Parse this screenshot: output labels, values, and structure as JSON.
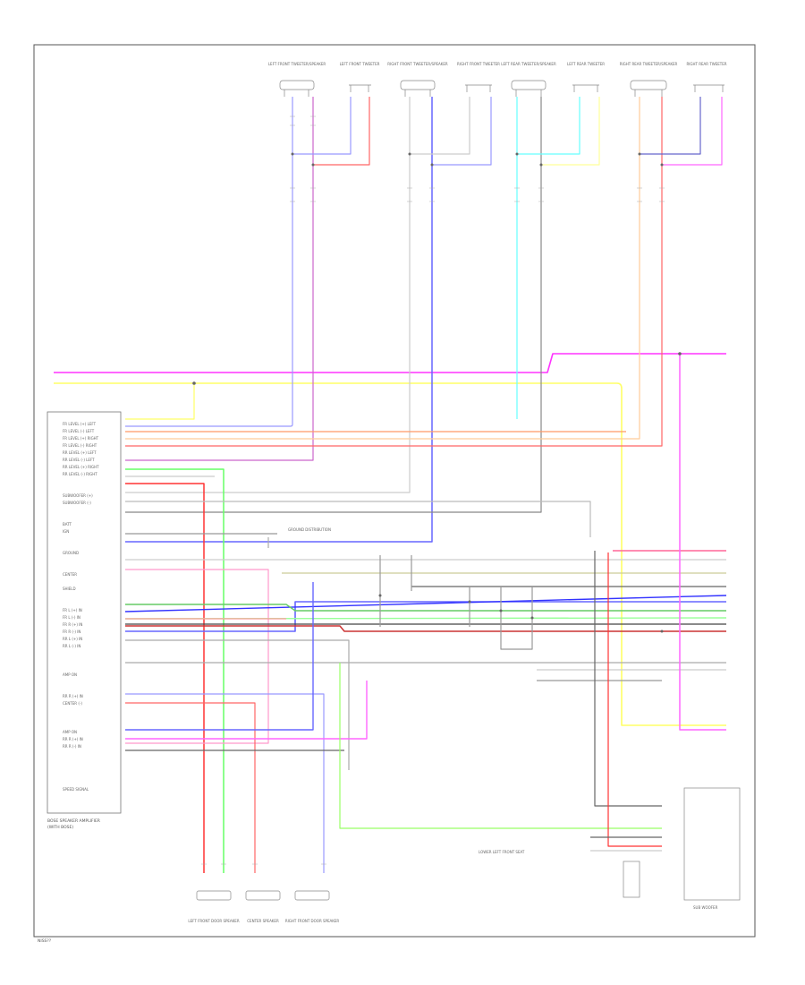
{
  "diagram": {
    "page_number": "NISS??",
    "top_components": [
      {
        "label": "LEFT FRONT TWEETER/SPEAKER"
      },
      {
        "label": "LEFT FRONT TWEETER"
      },
      {
        "label": "RIGHT FRONT TWEETER/SPEAKER"
      },
      {
        "label": "RIGHT FRONT TWEETER"
      },
      {
        "label": "LEFT REAR TWEETER/SPEAKER"
      },
      {
        "label": "LEFT REAR TWEETER"
      },
      {
        "label": "RIGHT REAR TWEETER/SPEAKER"
      },
      {
        "label": "RIGHT REAR TWEETER"
      }
    ],
    "bottom_components": [
      {
        "label": "LEFT FRONT DOOR SPEAKER"
      },
      {
        "label": "CENTER SPEAKER"
      },
      {
        "label": "RIGHT FRONT DOOR SPEAKER"
      }
    ],
    "unit_title": "BOSE SPEAKER AMPLIFIER",
    "unit_subtitle": "(WITH BOSE)",
    "sub_unit_title": "SUB WOOFER",
    "sub_unit_note": "LOWER LEFT FRONT SEAT",
    "ground_note": "GROUND DISTRIBUTION",
    "pin_labels": [
      "FR LEVEL (+) LEFT",
      "FR LEVEL (-) LEFT",
      "FR LEVEL (+) RIGHT",
      "FR LEVEL (-) RIGHT",
      "RR LEVEL (+) LEFT",
      "RR LEVEL (-) LEFT",
      "RR LEVEL (+) RIGHT",
      "RR LEVEL (-) RIGHT",
      "SUBWOOFER (+)",
      "SUBWOOFER (-)",
      "BATT",
      "IGN",
      "GROUND",
      "CENTER",
      "SHIELD",
      "FR L (+) IN",
      "FR L (-) IN",
      "FR R (+) IN",
      "FR R (-) IN",
      "RR L (+) IN",
      "RR L (-) IN",
      "AMP ON",
      "RR R (+) IN",
      "CENTER (-)",
      "AMP ON",
      "RR R (+) IN",
      "RR R (-) IN",
      "SPEED SIGNAL"
    ]
  }
}
